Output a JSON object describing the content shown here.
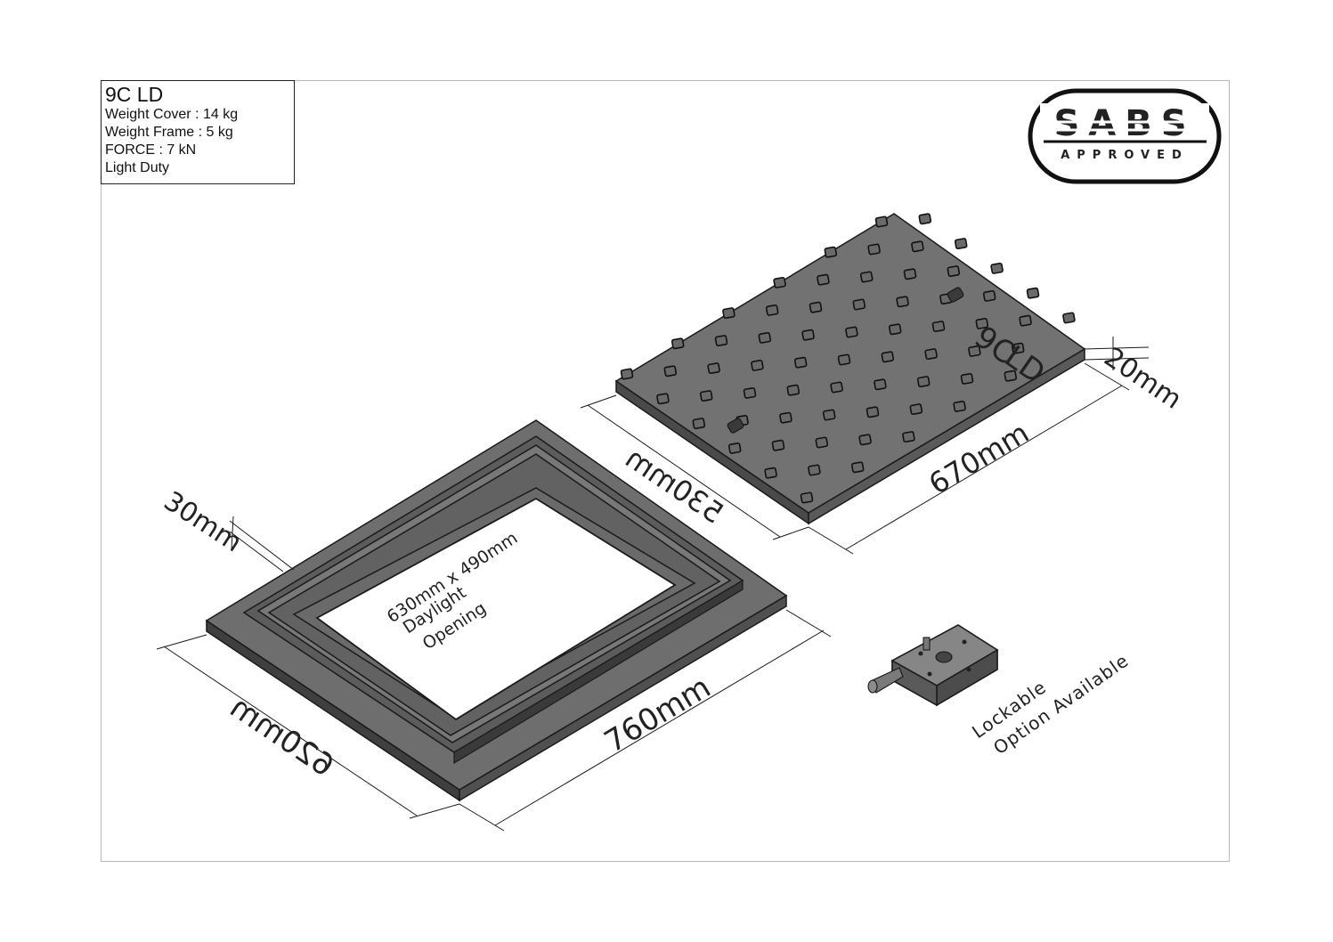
{
  "spec": {
    "title": "9C LD",
    "weight_cover": "Weight Cover : 14 kg",
    "weight_frame": "Weight Frame : 5 kg",
    "force": "FORCE : 7 kN",
    "duty": "Light Duty"
  },
  "badge": {
    "top": "SABS",
    "bottom": "APPROVED"
  },
  "cover": {
    "marking_line1": "9C",
    "marking_line2": "LD",
    "dim_thickness": "20mm",
    "dim_length": "670mm",
    "dim_width": "530mm"
  },
  "frame": {
    "dim_depth": "30mm",
    "dim_length": "760mm",
    "dim_width": "620mm",
    "opening_line1": "630mm x 490mm",
    "opening_line2": "Daylight",
    "opening_line3": "Opening"
  },
  "lock": {
    "label_line1": "Lockable",
    "label_line2": "Option Available"
  },
  "colors": {
    "metal": "#707070",
    "metal_dark": "#444444",
    "metal_light": "#8a8a8a",
    "line": "#1a1a1a"
  }
}
